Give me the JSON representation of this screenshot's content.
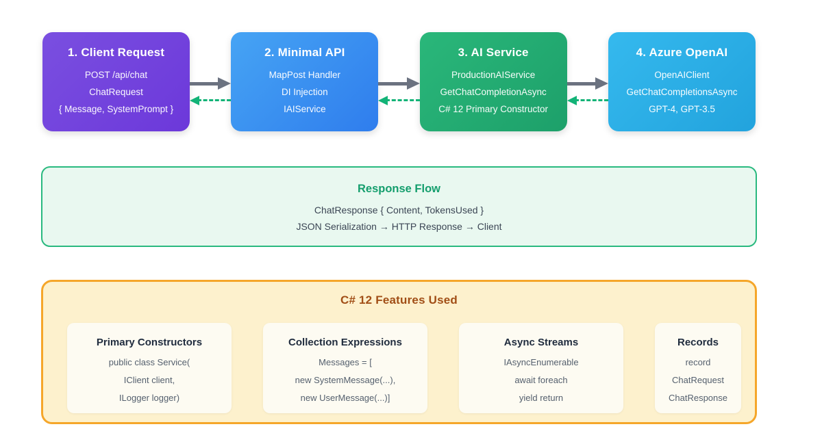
{
  "flow": {
    "nodes": [
      {
        "title": "1. Client Request",
        "lines": [
          "POST /api/chat",
          "ChatRequest",
          "{ Message, SystemPrompt }"
        ],
        "accent": "#6c38da"
      },
      {
        "title": "2. Minimal API",
        "lines": [
          "MapPost Handler",
          "DI Injection",
          "IAIService"
        ],
        "accent": "#2f7ded"
      },
      {
        "title": "3. AI Service",
        "lines": [
          "ProductionAIService",
          "GetChatCompletionAsync",
          "C# 12 Primary Constructor"
        ],
        "accent": "#1da06a"
      },
      {
        "title": "4. Azure OpenAI",
        "lines": [
          "OpenAIClient",
          "GetChatCompletionsAsync",
          "GPT-4, GPT-3.5"
        ],
        "accent": "#22a3dd"
      }
    ],
    "request_arrow_color": "#6b7280",
    "response_arrow_color": "#12b377"
  },
  "response_flow": {
    "title": "Response Flow",
    "lines": [
      "ChatResponse { Content, TokensUsed }",
      "JSON Serialization → HTTP Response → Client"
    ],
    "accent": "#149e6d",
    "border_color": "#29b97f",
    "background": "#e9f8f0"
  },
  "features": {
    "title": "C# 12 Features Used",
    "accent": "#a14e16",
    "border_color": "#f5a62a",
    "background": "#fdf1cd",
    "cards": [
      {
        "title": "Primary Constructors",
        "lines": [
          "public class Service(",
          "IClient client,",
          "ILogger logger)"
        ]
      },
      {
        "title": "Collection Expressions",
        "lines": [
          "Messages = [",
          "new SystemMessage(...),",
          "new UserMessage(...)]"
        ]
      },
      {
        "title": "Async Streams",
        "lines": [
          "IAsyncEnumerable",
          "await foreach",
          "yield return"
        ]
      },
      {
        "title": "Records",
        "lines": [
          "record",
          "ChatRequest",
          "ChatResponse"
        ]
      }
    ]
  }
}
